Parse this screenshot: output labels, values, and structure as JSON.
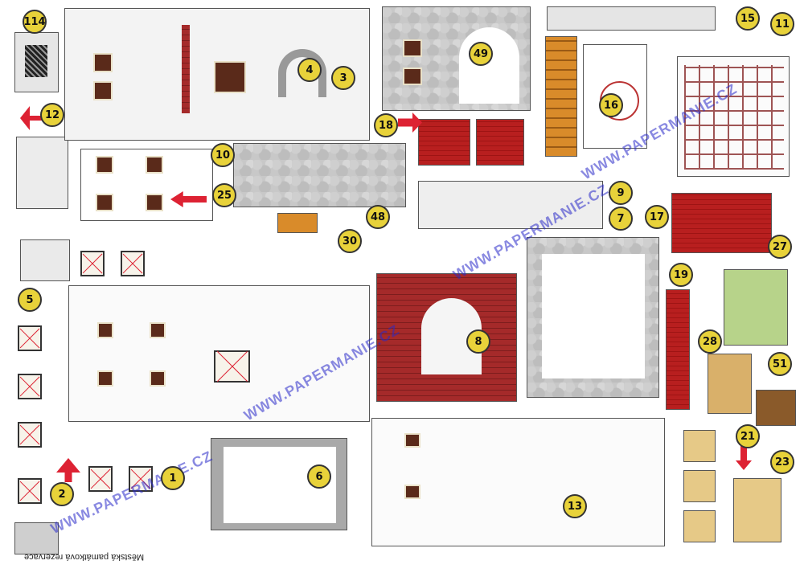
{
  "sheet": {
    "footer": "Městská památková rezervace",
    "watermark": "WWW.PAPERMANIE.CZ",
    "colors": {
      "badge": "#e8d23a",
      "roof": "#b81f1f",
      "wood": "#d98b2a",
      "stone": "#c8c8c8",
      "watermark": "#2828c8"
    },
    "part_numbers": [
      "114",
      "12",
      "3",
      "4",
      "49",
      "16",
      "15",
      "11",
      "18",
      "10",
      "25",
      "30",
      "48",
      "9",
      "7",
      "17",
      "27",
      "19",
      "28",
      "51",
      "5",
      "8",
      "1",
      "2",
      "6",
      "13",
      "21",
      "23"
    ]
  }
}
